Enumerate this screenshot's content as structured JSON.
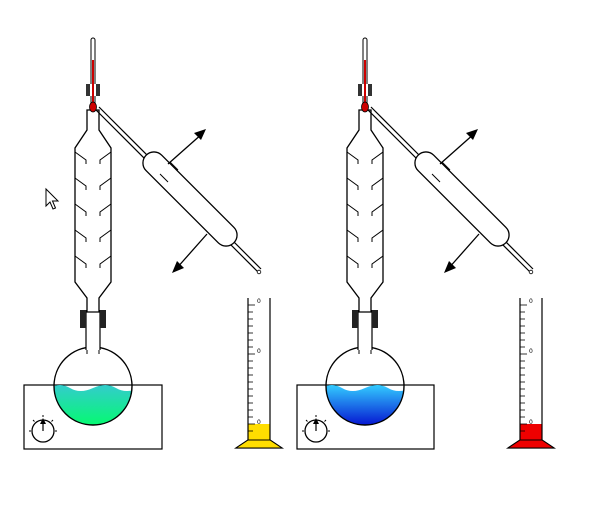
{
  "scene": {
    "background": "#ffffff",
    "line_color": "#000000"
  },
  "apparatus": [
    {
      "id": "left",
      "flask_liquid_top": "#33cccc",
      "flask_liquid_bottom": "#00ff66",
      "thermometer_color": "#cc0000",
      "cylinder_liquid": "#ffdd00",
      "cylinder_fill_level": 0.16,
      "cylinder_labels": [
        "0",
        "0",
        "0"
      ],
      "heater_icon": "dial-knob-icon",
      "arrows": [
        "water-out-arrow",
        "water-in-arrow"
      ]
    },
    {
      "id": "right",
      "flask_liquid_top": "#33ccff",
      "flask_liquid_bottom": "#0000cc",
      "thermometer_color": "#cc0000",
      "cylinder_liquid": "#ee0000",
      "cylinder_fill_level": 0.16,
      "cylinder_labels": [
        "0",
        "0",
        "0"
      ],
      "heater_icon": "dial-knob-icon",
      "arrows": [
        "water-out-arrow",
        "water-in-arrow"
      ]
    }
  ],
  "cursor": {
    "icon": "mouse-pointer-icon"
  }
}
